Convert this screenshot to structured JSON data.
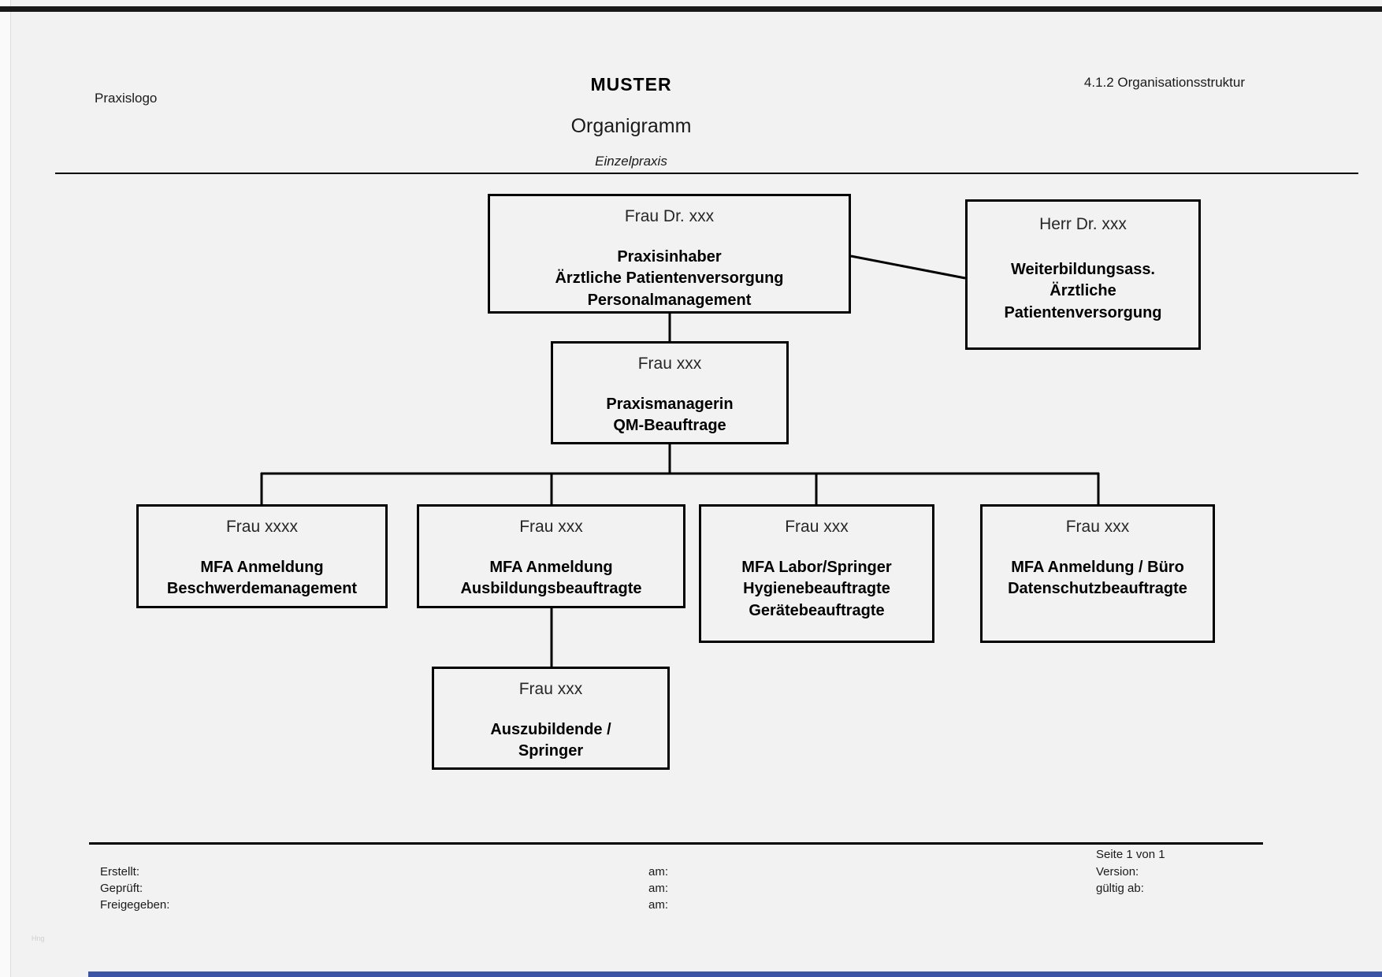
{
  "header": {
    "logo_label": "Praxislogo",
    "title": "MUSTER",
    "subtitle": "Organigramm",
    "practice_type": "Einzelpraxis",
    "doc_number": "4.1.2 Organisationsstruktur"
  },
  "chart": {
    "owner": {
      "name": "Frau Dr. xxx",
      "roles": [
        "Praxisinhaber",
        "Ärztliche Patientenversorgung",
        "Personalmanagement"
      ]
    },
    "assistant": {
      "name": "Herr Dr. xxx",
      "roles": [
        "Weiterbildungsass.",
        "Ärztliche",
        "Patientenversorgung"
      ]
    },
    "manager": {
      "name": "Frau xxx",
      "roles": [
        "Praxismanagerin",
        "QM-Beauftrage"
      ]
    },
    "staff": [
      {
        "name": "Frau xxxx",
        "roles": [
          "MFA Anmeldung",
          "Beschwerdemanagement"
        ]
      },
      {
        "name": "Frau xxx",
        "roles": [
          "MFA Anmeldung",
          "Ausbildungsbeauftragte"
        ]
      },
      {
        "name": "Frau xxx",
        "roles": [
          "MFA Labor/Springer",
          "Hygienebeauftragte",
          "Gerätebeauftragte"
        ]
      },
      {
        "name": "Frau xxx",
        "roles": [
          "MFA Anmeldung / Büro",
          "Datenschutzbeauftragte"
        ]
      }
    ],
    "trainee": {
      "name": "Frau xxx",
      "roles": [
        "Auszubildende /",
        "Springer"
      ]
    }
  },
  "footer": {
    "page_label": "Seite 1 von 1",
    "left_labels": [
      "Erstellt:",
      "Geprüft:",
      "Freigegeben:"
    ],
    "middle_labels": [
      "am:",
      "am:",
      "am:"
    ],
    "right_labels": [
      "Version:",
      "gültig ab:"
    ]
  },
  "watermark": "Hng",
  "colors": {
    "page_background": "#f2f2f2",
    "line": "#000000",
    "top_bar": "#191919",
    "bottom_bar_accent": "#3d55a6"
  }
}
